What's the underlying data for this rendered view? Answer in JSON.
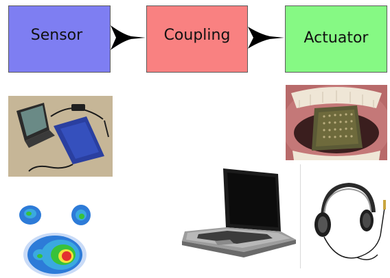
{
  "diagram": {
    "boxes": [
      {
        "label": "Sensor",
        "color": "#7e7ef2"
      },
      {
        "label": "Coupling",
        "color": "#f98181"
      },
      {
        "label": "Actuator",
        "color": "#86f984"
      }
    ],
    "arrow_color": "#000000"
  },
  "images": {
    "pad": "pressure-sensor-pad-with-laptop-photo",
    "mouth": "tongue-electrode-array-in-mouth-photo",
    "laptop": "laptop-computer-photo",
    "headphones": "headphones-photo",
    "heatmap": "pressure-distribution-heatmap"
  }
}
